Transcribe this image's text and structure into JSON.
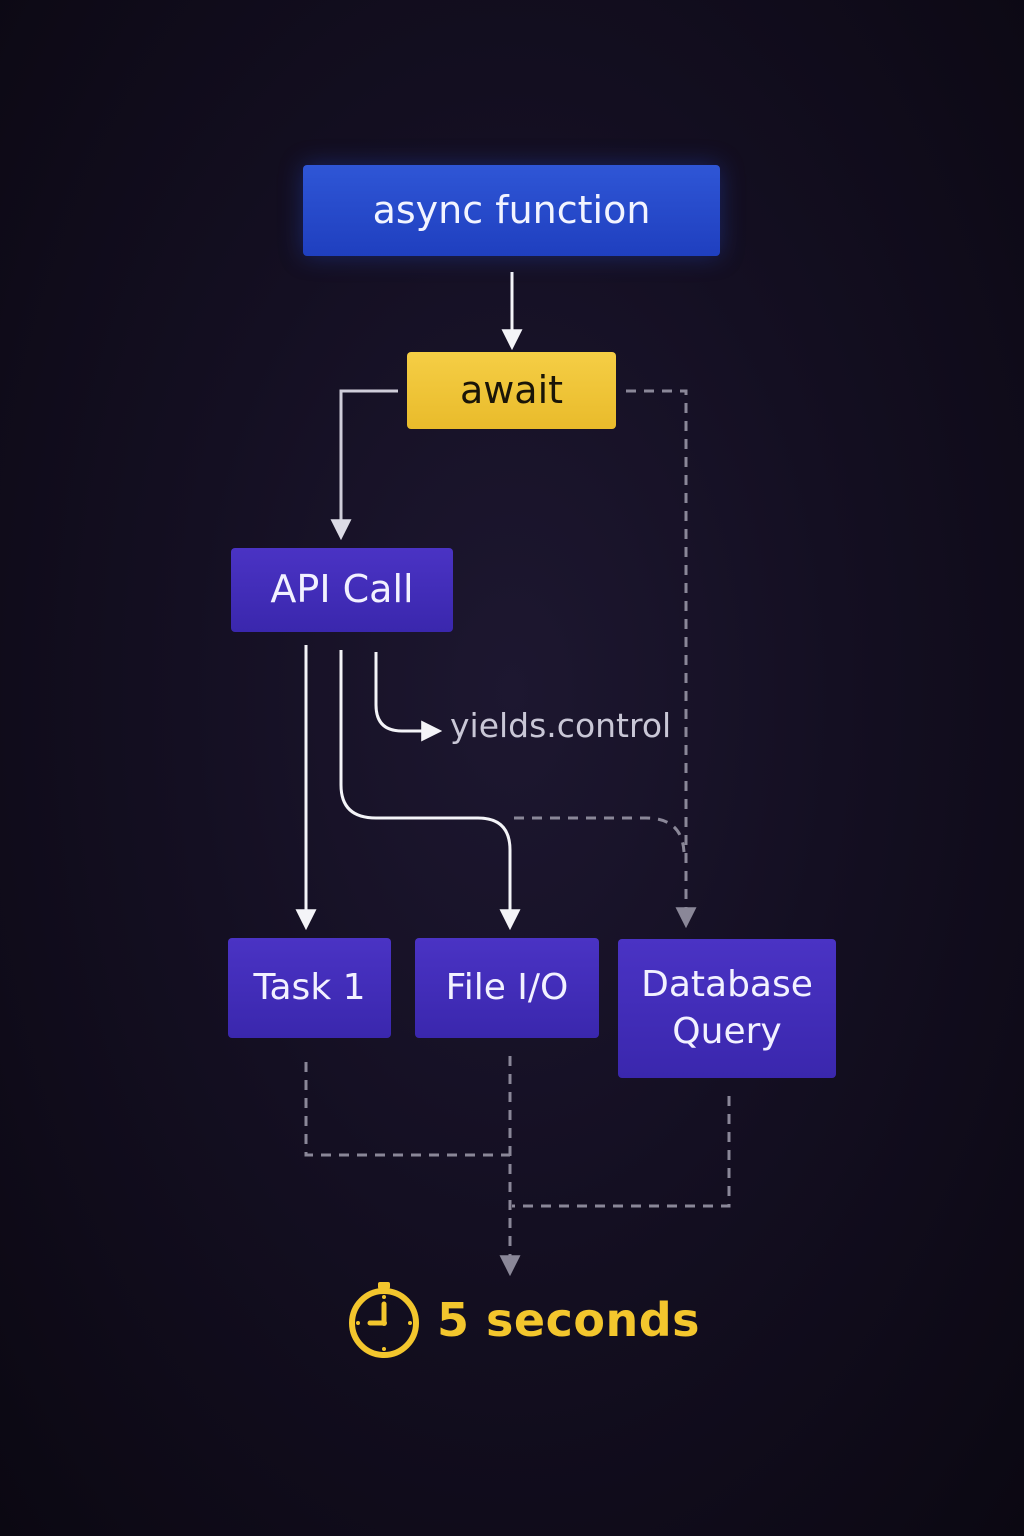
{
  "diagram": {
    "nodes": {
      "async_function": "async function",
      "await": "await",
      "api_call": "API Call",
      "task1": "Task 1",
      "file_io": "File I/O",
      "database_query_line1": "Database",
      "database_query_line2": "Query"
    },
    "edge_label": "yields.control",
    "result": {
      "icon": "stopwatch-icon",
      "text": "5 seconds"
    }
  },
  "colors": {
    "background": "#140f22",
    "async_function": "#2449c9",
    "await": "#f0c53a",
    "task_nodes": "#4230b8",
    "result_accent": "#f3c62d",
    "solid_arrow": "#ffffff",
    "dashed_arrow": "#8a8798"
  }
}
